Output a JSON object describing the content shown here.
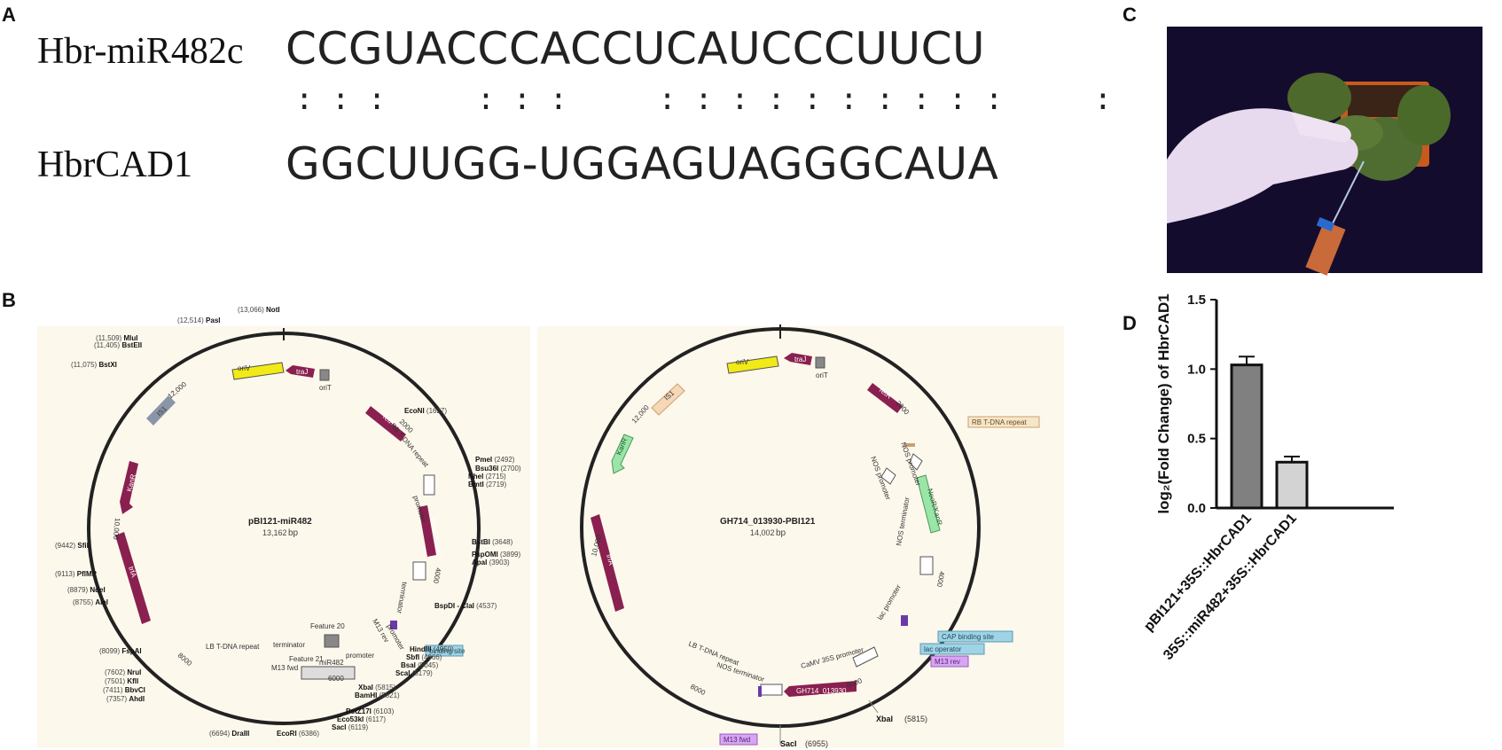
{
  "panels": {
    "a": "A",
    "b": "B",
    "c": "C",
    "d": "D"
  },
  "alignment": {
    "mirna_name": "Hbr-miR482c",
    "mirna_seq": "CCGUACCCACCUCAUCCCUUCU",
    "target_name": "HbrCAD1",
    "target_seq": "GGCUUGG-UGGAGUAGGGCAUA",
    "pairing": ": : :     : : :     : : : : : : : : : :     :     :"
  },
  "map1": {
    "name": "pBI121-miR482",
    "size": "13,162",
    "unit": "bp",
    "ticks": [
      "2000",
      "4000",
      "6000",
      "8000",
      "10,000",
      "12,000"
    ],
    "features": [
      "oriV",
      "traJ",
      "oriT",
      "IS1",
      "KanR",
      "trfA",
      "TetR",
      "RB T-DNA repeat",
      "promoter",
      "NeoR/KanR",
      "terminator",
      "M13 rev",
      "promoter",
      "Feature 20",
      "terminator",
      "Feature 21",
      "miR482",
      "promoter",
      "M13 fwd",
      "LB T-DNA repeat",
      "binding site"
    ],
    "sites": [
      {
        "pos": "(13,066)",
        "name": "NotI"
      },
      {
        "pos": "(12,514)",
        "name": "PasI"
      },
      {
        "pos": "(11,509)",
        "name": "MluI"
      },
      {
        "pos": "(11,405)",
        "name": "BstEII"
      },
      {
        "pos": "(11,075)",
        "name": "BstXI"
      },
      {
        "pos": "(9442)",
        "name": "SfiI"
      },
      {
        "pos": "(9113)",
        "name": "PflMI*"
      },
      {
        "pos": "(8879)",
        "name": "NdeI"
      },
      {
        "pos": "(8755)",
        "name": "AleI"
      },
      {
        "pos": "(8099)",
        "name": "FspAI"
      },
      {
        "pos": "(7602)",
        "name": "NruI"
      },
      {
        "pos": "(7501)",
        "name": "KflI"
      },
      {
        "pos": "(7411)",
        "name": "BbvCI"
      },
      {
        "pos": "(7357)",
        "name": "AhdI"
      },
      {
        "pos": "(6694)",
        "name": "DraIII"
      },
      {
        "pos": "(6386)",
        "name": "EcoRI"
      },
      {
        "pos": "(1627)",
        "name": "EcoNI"
      },
      {
        "pos": "(2492)",
        "name": "PmeI"
      },
      {
        "pos": "(2700)",
        "name": "Bsu36I"
      },
      {
        "pos": "(2715)",
        "name": "NheI"
      },
      {
        "pos": "(2719)",
        "name": "BmtI"
      },
      {
        "pos": "(3648)",
        "name": "BstBI"
      },
      {
        "pos": "(3899)",
        "name": "PspOMI"
      },
      {
        "pos": "(3903)",
        "name": "ApaI"
      },
      {
        "pos": "(4537)",
        "name": "BspDI - ClaI"
      },
      {
        "pos": "(4950)",
        "name": "HindIII"
      },
      {
        "pos": "(4966)",
        "name": "SbfI"
      },
      {
        "pos": "(5045)",
        "name": "BsaI"
      },
      {
        "pos": "(5179)",
        "name": "ScaI"
      },
      {
        "pos": "(5815)",
        "name": "XbaI"
      },
      {
        "pos": "(5821)",
        "name": "BamHI"
      },
      {
        "pos": "(6103)",
        "name": "BstZ17I"
      },
      {
        "pos": "(6117)",
        "name": "Eco53kI"
      },
      {
        "pos": "(6119)",
        "name": "SacI"
      }
    ]
  },
  "map2": {
    "name": "GH714_013930-PBI121",
    "size": "14,002",
    "unit": "bp",
    "ticks": [
      "2000",
      "4000",
      "6000",
      "8000",
      "10,000",
      "12,000"
    ],
    "features": [
      "oriV",
      "traJ",
      "oriT",
      "IS1",
      "KanR",
      "trfA",
      "TetR",
      "RB T-DNA repeat",
      "NOS promoter",
      "NeoR/KanR",
      "NOS promoter",
      "NOS terminator",
      "lac promoter",
      "CAP binding site",
      "lac operator",
      "M13 rev",
      "CaMV 35S promoter",
      "GH714_013930",
      "LB T-DNA repeat",
      "NOS terminator",
      "M13 fwd"
    ],
    "sites": [
      {
        "pos": "(5815)",
        "name": "XbaI"
      },
      {
        "pos": "(6955)",
        "name": "SacI"
      }
    ]
  },
  "photo": {
    "description_icon": "plant-injection-photo"
  },
  "chart_data": {
    "type": "bar",
    "categories": [
      "pBI121+35S::HbrCAD1",
      "35S::miR482+35S::HbrCAD1"
    ],
    "values": [
      1.03,
      0.33
    ],
    "errors": [
      0.06,
      0.04
    ],
    "colors": [
      "#808080",
      "#d3d3d3"
    ],
    "ylabel": "log₂(Fold Change) of HbrCAD1",
    "ylim": [
      0,
      1.5
    ],
    "yticks": [
      "0.0",
      "0.5",
      "1.0",
      "1.5"
    ],
    "grid": false
  }
}
